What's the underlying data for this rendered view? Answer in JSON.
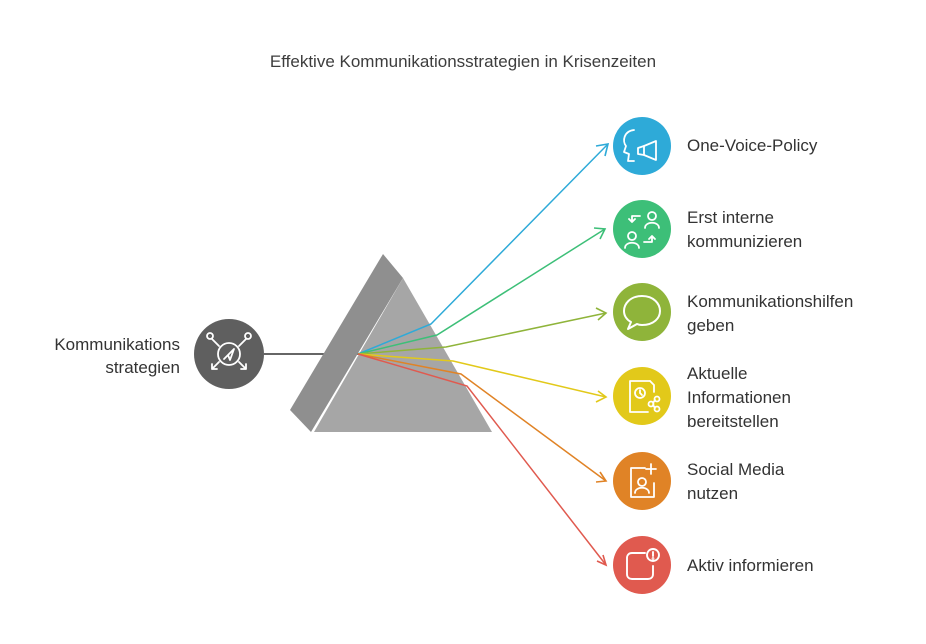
{
  "title": "Effektive Kommunikationsstrategien in Krisenzeiten",
  "source": {
    "label_line1": "Kommunikations",
    "label_line2": "strategien",
    "icon": "strategy-arrows-icon",
    "color": "#5f5f5f"
  },
  "items": [
    {
      "line1": "One-Voice-Policy",
      "line2": "",
      "line3": "",
      "icon": "speaker-megaphone-icon",
      "color": "#2eaad8"
    },
    {
      "line1": "Erst interne",
      "line2": "kommunizieren",
      "line3": "",
      "icon": "people-exchange-icon",
      "color": "#3dbf78"
    },
    {
      "line1": "Kommunikationshilfen",
      "line2": "geben",
      "line3": "",
      "icon": "chat-bubble-icon",
      "color": "#8fb43a"
    },
    {
      "line1": "Aktuelle",
      "line2": "Informationen",
      "line3": "bereitstellen",
      "icon": "document-share-icon",
      "color": "#e2c91a"
    },
    {
      "line1": "Social Media",
      "line2": "nutzen",
      "line3": "",
      "icon": "profile-add-icon",
      "color": "#e08326"
    },
    {
      "line1": "Aktiv informieren",
      "line2": "",
      "line3": "",
      "icon": "alert-box-icon",
      "color": "#e05a4f"
    }
  ]
}
